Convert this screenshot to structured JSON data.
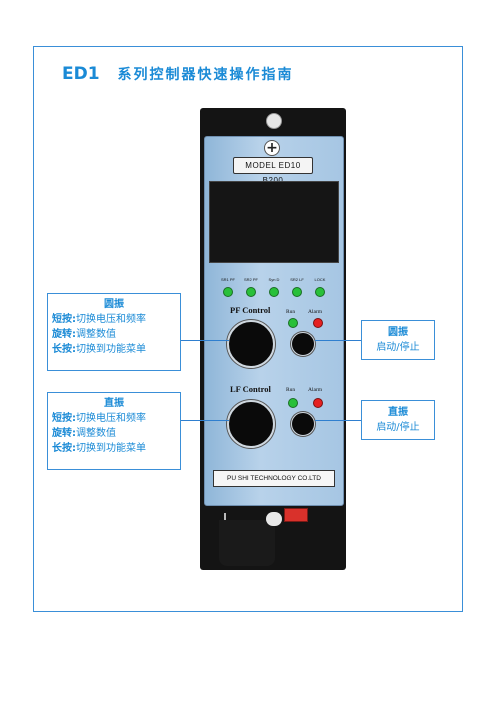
{
  "title": {
    "main": "ED1",
    "sub": "系列控制器快速操作指南"
  },
  "device": {
    "model_label": "MODEL  ED10  B200",
    "company_label": "PU  SHI  TECHNOLOGY  CO.LTD",
    "led_labels": [
      "SR1 PF",
      "SR2 PF",
      "Syn D",
      "SR2 LF",
      "LOCK"
    ],
    "pf_control": "PF Control",
    "lf_control": "LF Control",
    "run_label": "Run",
    "alarm_label": "Alarm"
  },
  "callouts": {
    "pf_left": {
      "head": "圆振",
      "line1_key": "短按:",
      "line1_val": "切换电压和频率",
      "line2_key": "旋转:",
      "line2_val": "调整数值",
      "line3_key": "长按:",
      "line3_val": "切换到功能菜单"
    },
    "lf_left": {
      "head": "直振",
      "line1_key": "短按:",
      "line1_val": "切换电压和频率",
      "line2_key": "旋转:",
      "line2_val": "调整数值",
      "line3_key": "长按:",
      "line3_val": "切换到功能菜单"
    },
    "pf_right": {
      "head": "圆振",
      "text": "启动/停止"
    },
    "lf_right": {
      "head": "直振",
      "text": "启动/停止"
    }
  },
  "colors": {
    "accent": "#1a8ad6",
    "border": "#3a8fd8",
    "led_green": "#29c03a",
    "led_red": "#e52020"
  }
}
